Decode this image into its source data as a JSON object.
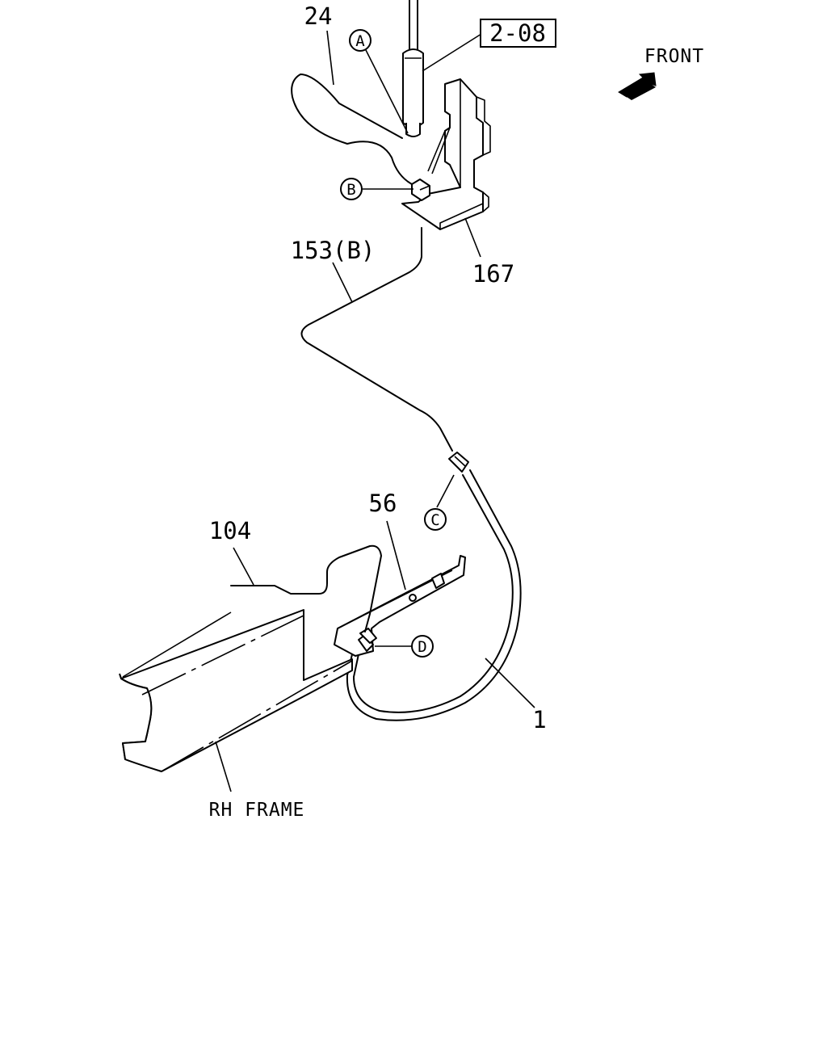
{
  "labels": {
    "part_24": "24",
    "ref_box": "2-08",
    "front": "FRONT",
    "part_153b": "153(B)",
    "part_167": "167",
    "part_56": "56",
    "part_104": "104",
    "part_1": "1",
    "rh_frame": "RH FRAME"
  },
  "points": {
    "a": "A",
    "b": "B",
    "c": "C",
    "d": "D"
  }
}
